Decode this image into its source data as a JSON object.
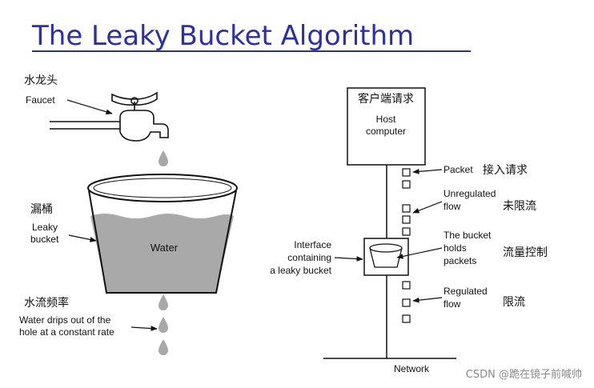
{
  "title": "The Leaky Bucket Algorithm",
  "left": {
    "faucet_cn": "水龙头",
    "faucet_en": "Faucet",
    "bucket_cn": "漏桶",
    "bucket_en_1": "Leaky",
    "bucket_en_2": "bucket",
    "water": "Water",
    "drip_cn": "水流频率",
    "drip_en_1": "Water drips out of the",
    "drip_en_2": "hole at a constant rate"
  },
  "right": {
    "host_cn": "客户端请求",
    "host_en_1": "Host",
    "host_en_2": "computer",
    "packet_en": "Packet",
    "packet_cn": "接入请求",
    "unreg_en_1": "Unregulated",
    "unreg_en_2": "flow",
    "unreg_cn": "未限流",
    "holds_en_1": "The bucket",
    "holds_en_2": "holds",
    "holds_en_3": "packets",
    "holds_cn": "流量控制",
    "iface_en_1": "Interface",
    "iface_en_2": "containing",
    "iface_en_3": "a leaky bucket",
    "reg_en_1": "Regulated",
    "reg_en_2": "flow",
    "reg_cn": "限流",
    "network": "Network"
  },
  "watermark": "CSDN @跪在镜子前喊帅",
  "colors": {
    "title": "#2b2fa8",
    "water": "#a9a9a9",
    "line": "#111111",
    "drop": "#a8a8a8"
  }
}
